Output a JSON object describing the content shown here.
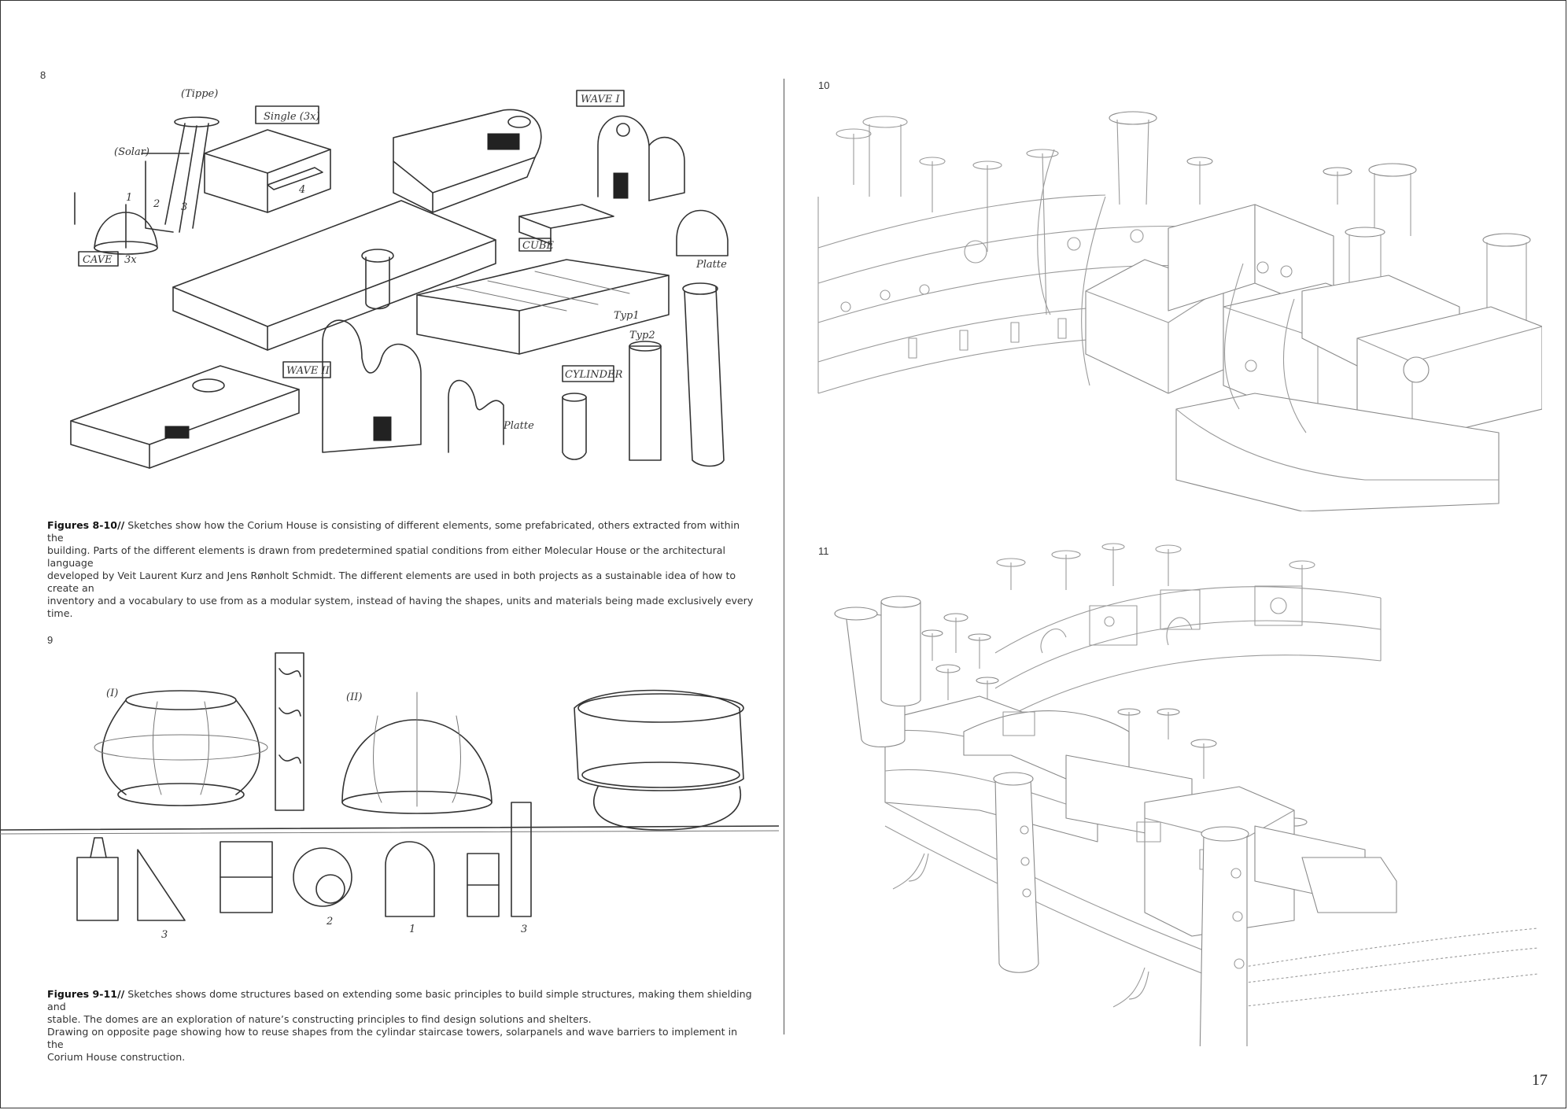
{
  "figure_numbers": {
    "fig8": "8",
    "fig9": "9",
    "fig10": "10",
    "fig11": "11"
  },
  "captions": {
    "top": {
      "label": "Figures 8-10//",
      "line1": " Sketches show how the Corium House is consisting of different elements, some prefabricated, others extracted from within the",
      "line2": "building. Parts of the different elements is drawn from predetermined spatial conditions from either Molecular House or the architectural language",
      "line3": "developed by Veit Laurent Kurz and Jens Rønholt Schmidt. The different elements are used in both projects as a sustainable idea of how to create an",
      "line4": "inventory and a vocabulary to use from as a modular system, instead of having the shapes, units and materials being made exclusively every time."
    },
    "bottom": {
      "label": "Figures 9-11//",
      "line1": " Sketches shows dome structures based on extending some basic principles to build simple structures, making them shielding and",
      "line2": "stable. The domes are an exploration of nature’s constructing principles to find design solutions and shelters.",
      "line3": "Drawing on opposite page showing how to reuse shapes from the cylindar staircase towers, solarpanels and wave barriers to implement in the",
      "line4": "Corium House construction."
    }
  },
  "sketch_annotations": {
    "tippe": "(Tippe)",
    "solar": "(Solar)",
    "single": "Single (3x)",
    "wave1": "WAVE I",
    "wave2": "WAVE II",
    "cave": "CAVE",
    "cave_count": "3x",
    "cube": "CUBE",
    "cylinder": "CYLINDER",
    "platte": "Platte",
    "platte2": "Platte",
    "typ1": "Typ1",
    "typ2": "Typ2",
    "dome1": "(I)",
    "dome2": "(II)",
    "num_a": "1",
    "num_b": "2",
    "num_c": "3",
    "num_d": "4"
  },
  "page_number": "17"
}
